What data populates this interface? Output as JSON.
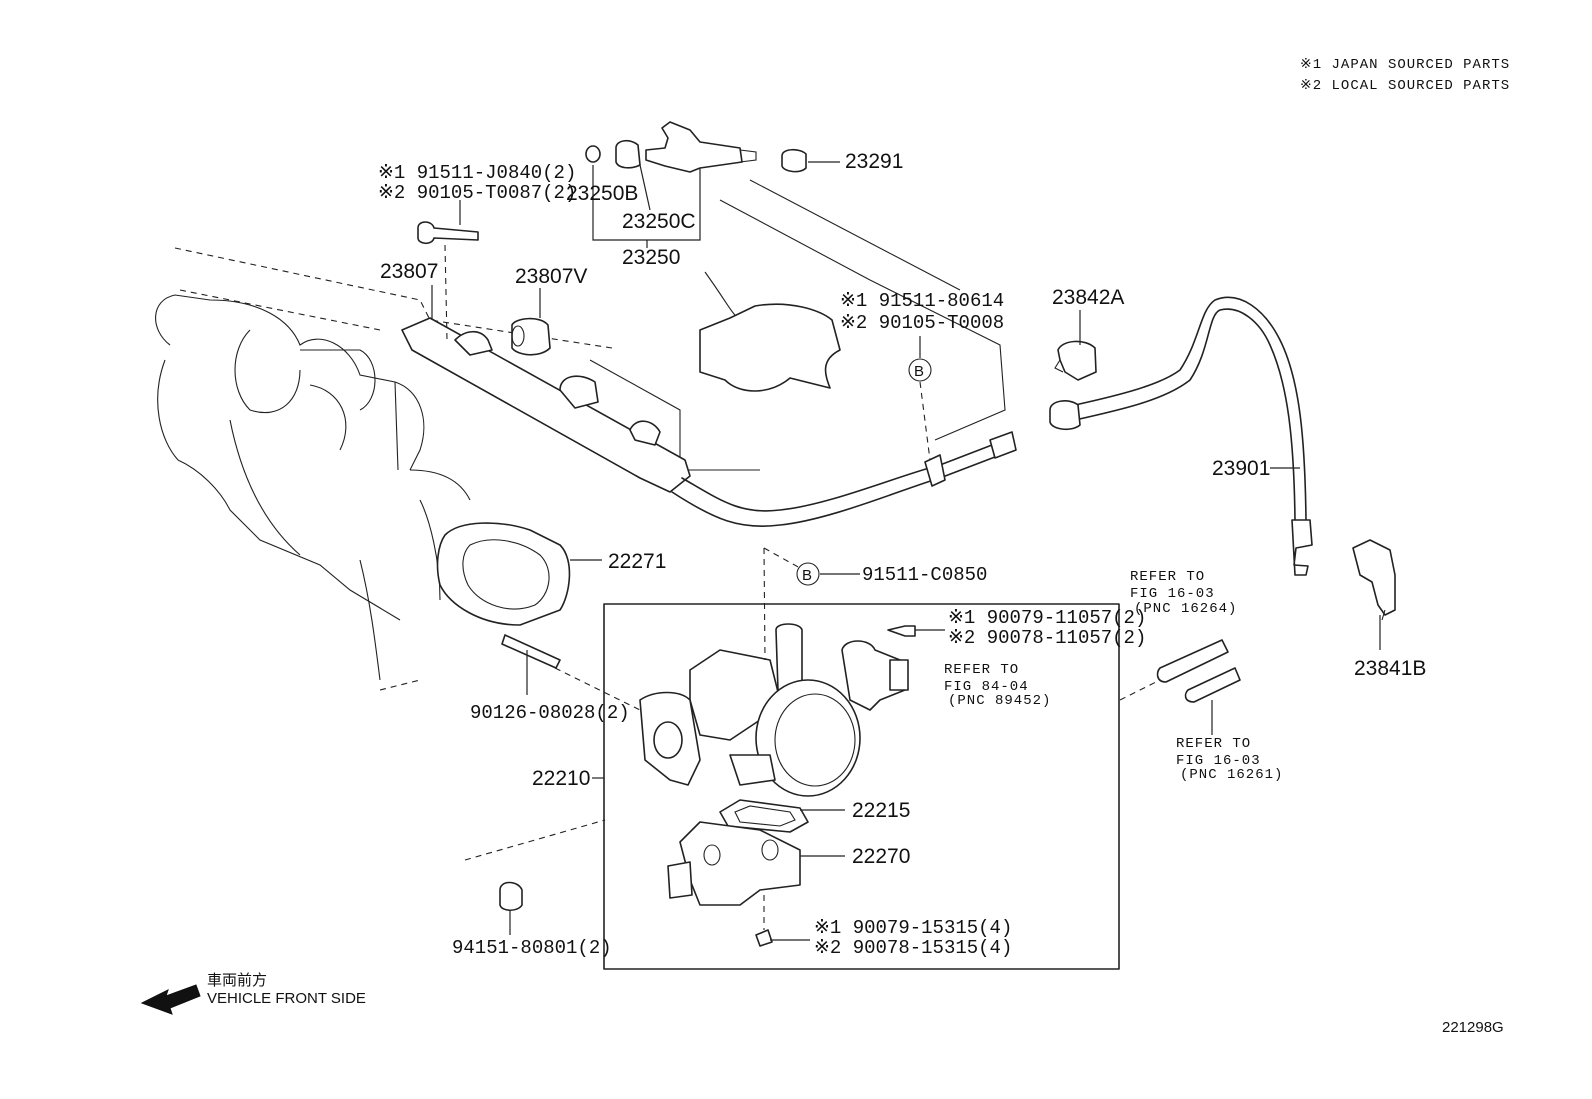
{
  "notes": {
    "japan": "※1 JAPAN SOURCED PARTS",
    "local": "※2 LOCAL SOURCED PARTS"
  },
  "parts": {
    "p23250B": "23250B",
    "p23250C": "23250C",
    "p23250": "23250",
    "p23291": "23291",
    "bolt_top_j": "※1 91511-J0840(2)",
    "bolt_top_l": "※2 90105-T0087(2)",
    "p23807": "23807",
    "p23807V": "23807V",
    "bolt_b_j": "※1 91511-80614",
    "bolt_b_l": "※2 90105-T0008",
    "p23842A": "23842A",
    "p23901": "23901",
    "p22271": "22271",
    "p91511C0850": "91511-C0850",
    "screw_j": "※1 90079-11057(2)",
    "screw_l": "※2 90078-11057(2)",
    "p90126": "90126-08028(2)",
    "p22210": "22210",
    "p22215": "22215",
    "p22270": "22270",
    "bolt_bot_j": "※1 90079-15315(4)",
    "bolt_bot_l": "※2 90078-15315(4)",
    "p94151": "94151-80801(2)",
    "p23841B": "23841B",
    "ref_a": {
      "l1": "REFER TO",
      "l2": "FIG 16-03",
      "l3": "(PNC 16264)"
    },
    "ref_b": {
      "l1": "REFER TO",
      "l2": "FIG 84-04",
      "l3": "(PNC 89452)"
    },
    "ref_c": {
      "l1": "REFER TO",
      "l2": "FIG 16-03",
      "l3": "(PNC 16261)"
    }
  },
  "callout_b": "B",
  "front": {
    "jp": "車両前方",
    "en": "VEHICLE FRONT SIDE"
  },
  "figure_code": "221298G"
}
